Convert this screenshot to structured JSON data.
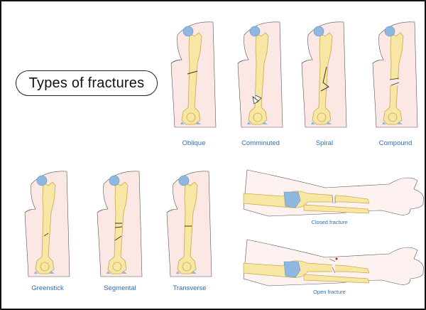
{
  "title": "Types of fractures",
  "colors": {
    "label": "#2e6eb5",
    "bone": "#f7e6a4",
    "bone_outline": "#c9a94a",
    "joint": "#8fb8e0",
    "skin": "#fbe7e3",
    "border": "#111111"
  },
  "femur_fractures": [
    {
      "id": "oblique",
      "label": "Oblique"
    },
    {
      "id": "comminuted",
      "label": "Comminuted"
    },
    {
      "id": "spiral",
      "label": "Spiral"
    },
    {
      "id": "compound",
      "label": "Compound"
    },
    {
      "id": "greenstick",
      "label": "Greenstick"
    },
    {
      "id": "segmental",
      "label": "Segmental"
    },
    {
      "id": "transverse",
      "label": "Transverse"
    }
  ],
  "arm_fractures": [
    {
      "id": "closed",
      "label": "Closed fracture"
    },
    {
      "id": "open",
      "label": "Open fracture"
    }
  ]
}
